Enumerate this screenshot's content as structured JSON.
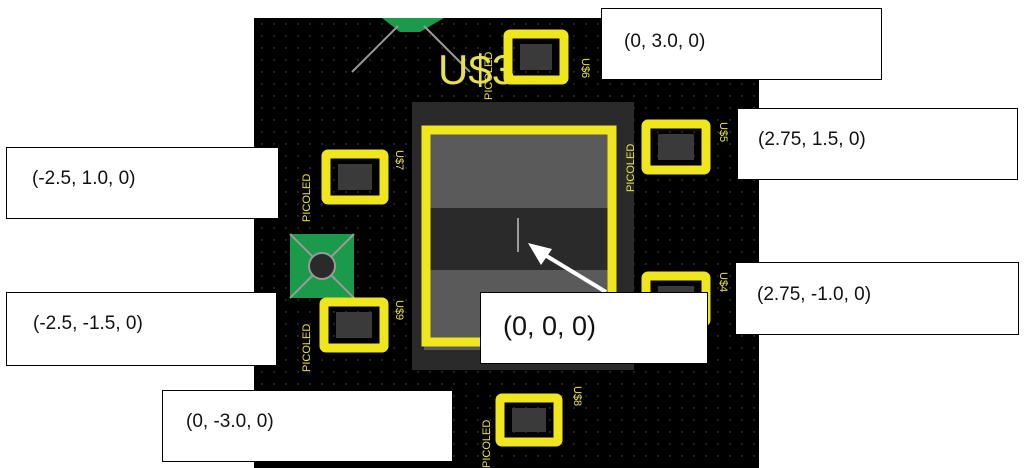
{
  "colors": {
    "board": "#000000",
    "copper": "#f0e61e",
    "pad_fill": "#3a3a3a",
    "body_fill": "#5a5a5a",
    "via": "#1a9a4a",
    "grid_dot": "#555555",
    "arrow": "#ffffff",
    "silk_text": "#e8e050"
  },
  "silkscreen": {
    "part_label": "PICOLED",
    "u6": "U$6",
    "u5": "U$5",
    "u7": "U$7",
    "u4": "U$4",
    "u9": "U$9",
    "u8": "U$8",
    "big_label": "U$3"
  },
  "callouts": {
    "top": "(0, 3.0, 0)",
    "right_top": "(2.75, 1.5, 0)",
    "left_top": "(-2.5, 1.0, 0)",
    "right_bottom": "(2.75, -1.0, 0)",
    "left_bottom": "(-2.5, -1.5, 0)",
    "center": "(0, 0, 0)",
    "bottom": "(0, -3.0, 0)"
  }
}
